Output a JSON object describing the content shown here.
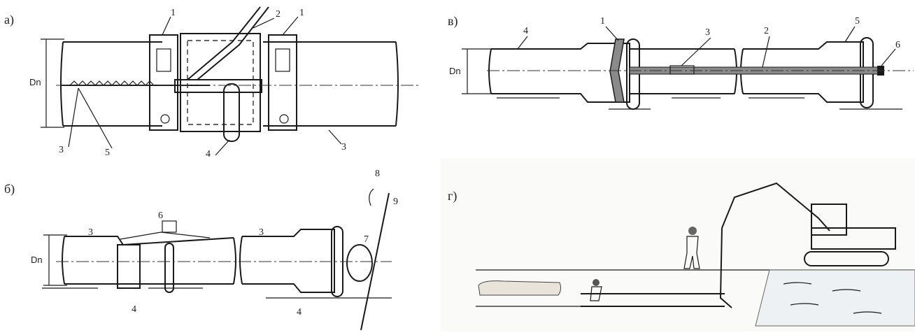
{
  "panels": {
    "a": {
      "title": "а)",
      "dn": "Dn",
      "labels": [
        "1",
        "2",
        "1",
        "3",
        "5",
        "4",
        "3"
      ]
    },
    "b": {
      "title": "б)",
      "dn": "Dn",
      "labels": [
        "8",
        "9",
        "3",
        "6",
        "3",
        "7",
        "4",
        "4"
      ]
    },
    "v": {
      "title": "в)",
      "dn": "Dn",
      "labels": [
        "4",
        "1",
        "3",
        "2",
        "5",
        "6"
      ]
    },
    "g": {
      "title": "г)"
    }
  },
  "colors": {
    "ink": "#1a1a1a",
    "strap": "#8a8a8a",
    "water": "#9aa7b4"
  }
}
